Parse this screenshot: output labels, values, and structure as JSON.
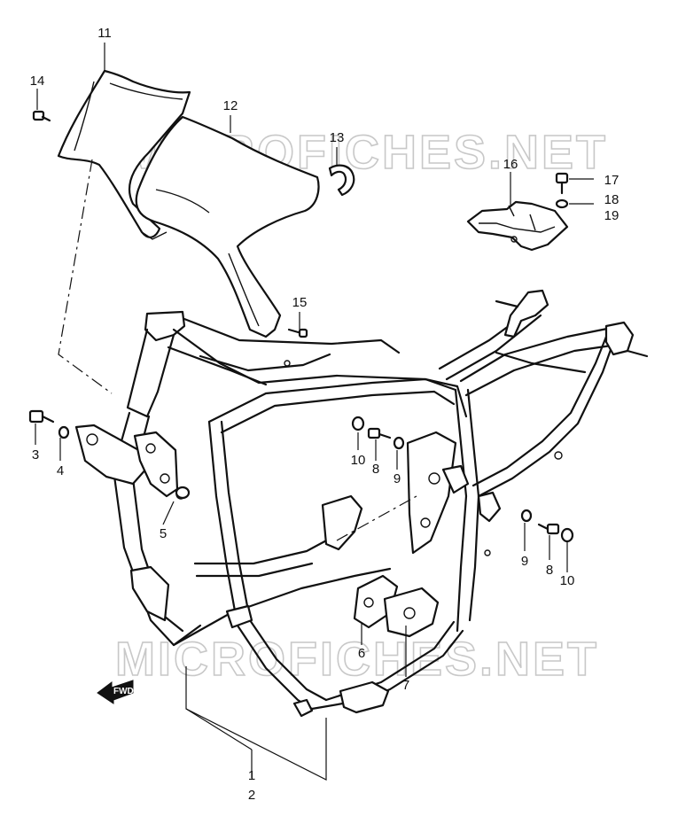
{
  "watermark": "MICROFICHES.NET",
  "fwd_label": "FWD",
  "callouts": [
    "1",
    "2",
    "3",
    "4",
    "5",
    "6",
    "7",
    "8",
    "9",
    "10",
    "11",
    "12",
    "13",
    "14",
    "15",
    "16",
    "17",
    "18",
    "19"
  ],
  "callouts_repeat": {
    "8b": "8",
    "9b": "9",
    "10b": "10"
  }
}
